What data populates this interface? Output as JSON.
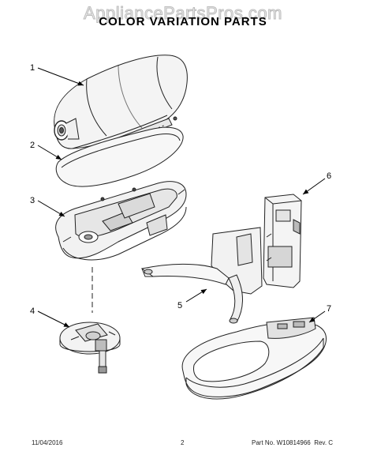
{
  "watermark": "AppliancePartsPros.com",
  "title": "COLOR VARIATION PARTS",
  "callouts": [
    "1",
    "2",
    "3",
    "4",
    "5",
    "6",
    "7"
  ],
  "footer": {
    "date": "11/04/2016",
    "page": "2",
    "part_label": "Part No.",
    "part_number": "W10814966",
    "rev_label": "Rev.",
    "rev": "C"
  }
}
